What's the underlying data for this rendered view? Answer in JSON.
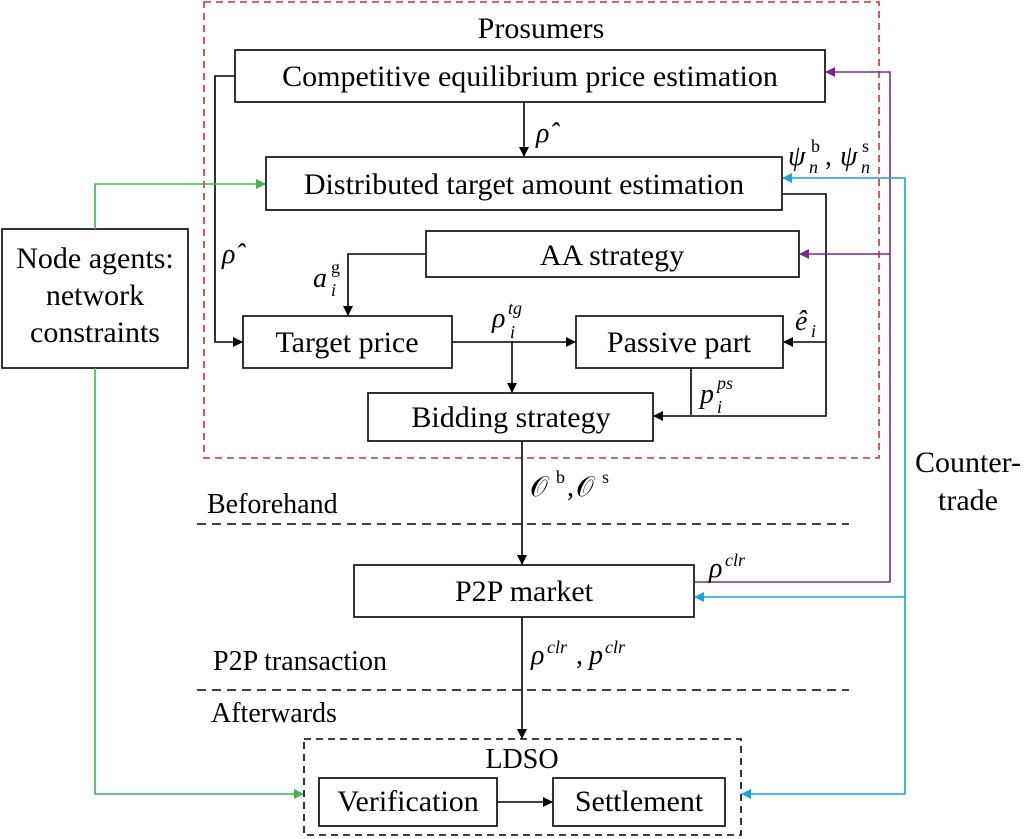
{
  "regions": {
    "prosumers": "Prosumers",
    "beforehand": "Beforehand",
    "p2p_transaction": "P2P transaction",
    "afterwards": "Afterwards",
    "ldso": "LDSO"
  },
  "boxes": {
    "competitive_equilibrium": "Competitive equilibrium price estimation",
    "distributed_target": "Distributed target amount estimation",
    "aa_strategy": "AA strategy",
    "target_price": "Target price",
    "passive_part": "Passive part",
    "bidding_strategy": "Bidding strategy",
    "p2p_market": "P2P market",
    "verification": "Verification",
    "settlement": "Settlement",
    "node_agents": [
      "Node agents:",
      "network",
      "constraints"
    ]
  },
  "side_labels": {
    "countertrade": [
      "Counter-",
      "trade"
    ]
  },
  "math_labels": {
    "rho_hat_1": "ρ̂",
    "rho_hat_2": "ρ̂",
    "psi_b": "ψ",
    "psi_s": "ψ",
    "sub_n": "n",
    "sup_b": "b",
    "sup_s": "s",
    "a_sym": "a",
    "sup_g": "g",
    "sub_i": "i",
    "rho": "ρ",
    "sup_tg": "tg",
    "e_hat": "ê",
    "p": "p",
    "sup_ps": "ps",
    "orders": "𝒪",
    "sup_clr": "clr",
    "comma": ","
  },
  "colors": {
    "prosumer_border": "#d0302f",
    "node_agent_line": "#3fb54a",
    "purple_line": "#7b2a8e",
    "cyan_line": "#1aa3dc",
    "black": "#000000"
  }
}
